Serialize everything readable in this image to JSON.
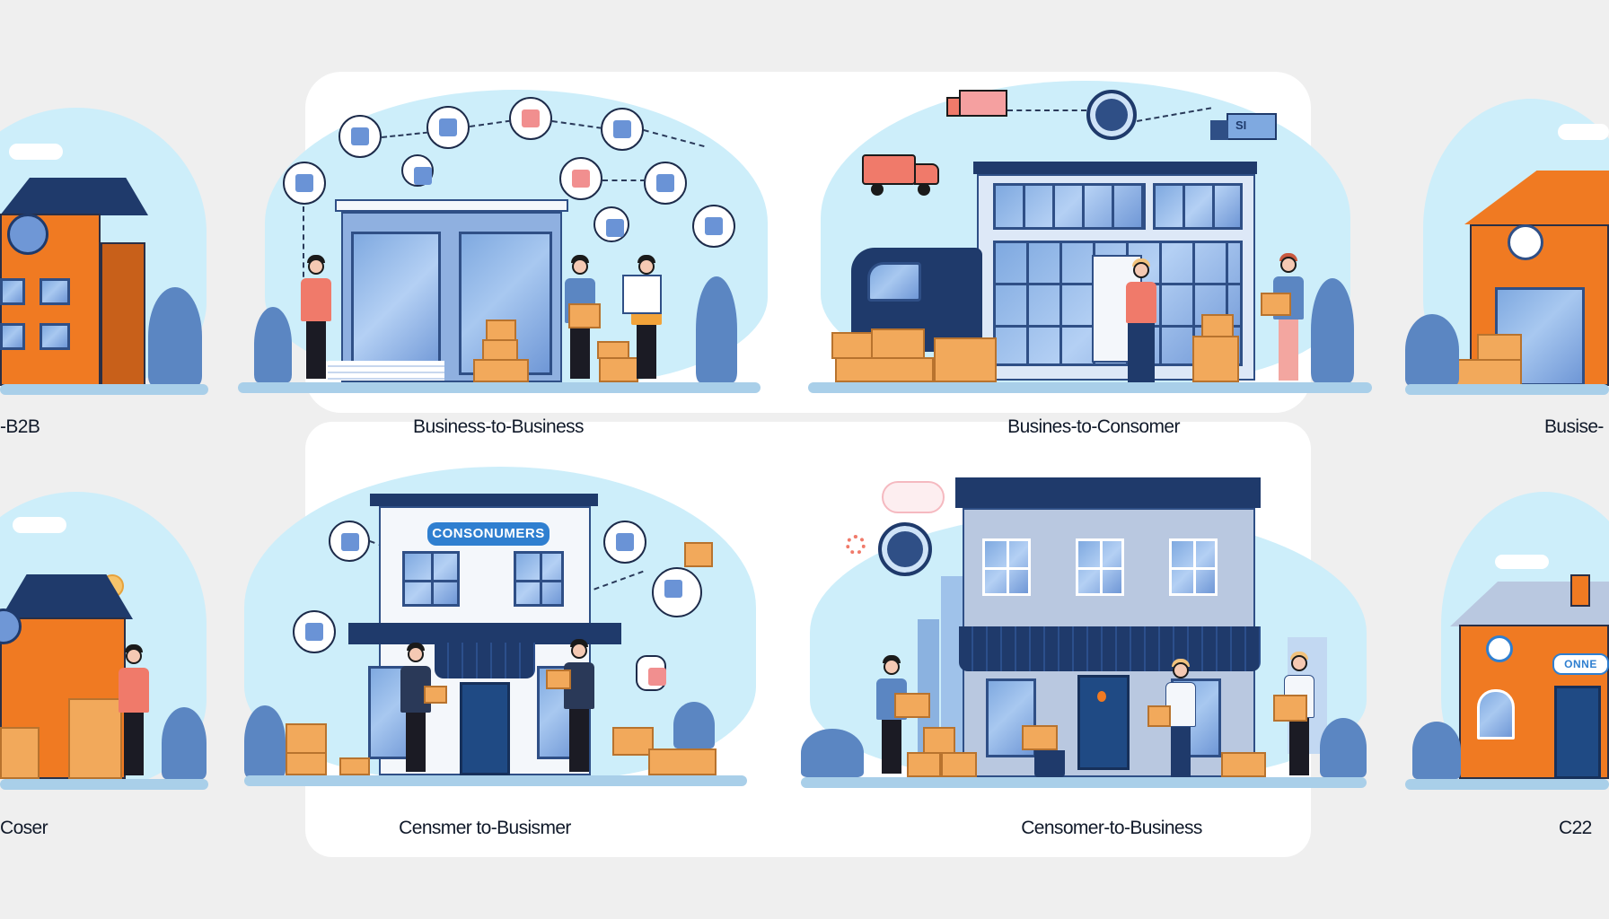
{
  "scene": {
    "description": "Illustrated grid of e-commerce business models with storefront buildings, people exchanging packages, and network icons",
    "background_color": "#efefef",
    "palette": {
      "sky": "#cdeefa",
      "building_blue": "#2f4f86",
      "glass": "#7fa9e0",
      "orange_wall": "#f07a22",
      "box": "#f2a95b",
      "plant": "#5b86c2",
      "label_text": "#111a2a"
    }
  },
  "panels": {
    "top_row": [
      {
        "position": "left-edge-cropped",
        "label": "-B2B"
      },
      {
        "position": "center-left",
        "label": "Business-to-Business"
      },
      {
        "position": "center-right",
        "label": "Busines-to-Consomer"
      },
      {
        "position": "right-edge-cropped",
        "label": "Busise-"
      }
    ],
    "bottom_row": [
      {
        "position": "left-edge-cropped",
        "label": "Coser"
      },
      {
        "position": "center-left",
        "label": "Censmer to-Busismer",
        "store_sign": "CONSONUMERS"
      },
      {
        "position": "center-right",
        "label": "Censomer-to-Business"
      },
      {
        "position": "right-edge-cropped",
        "label": "C22",
        "store_sign": "ONNE"
      }
    ]
  },
  "truck_text": "SI"
}
